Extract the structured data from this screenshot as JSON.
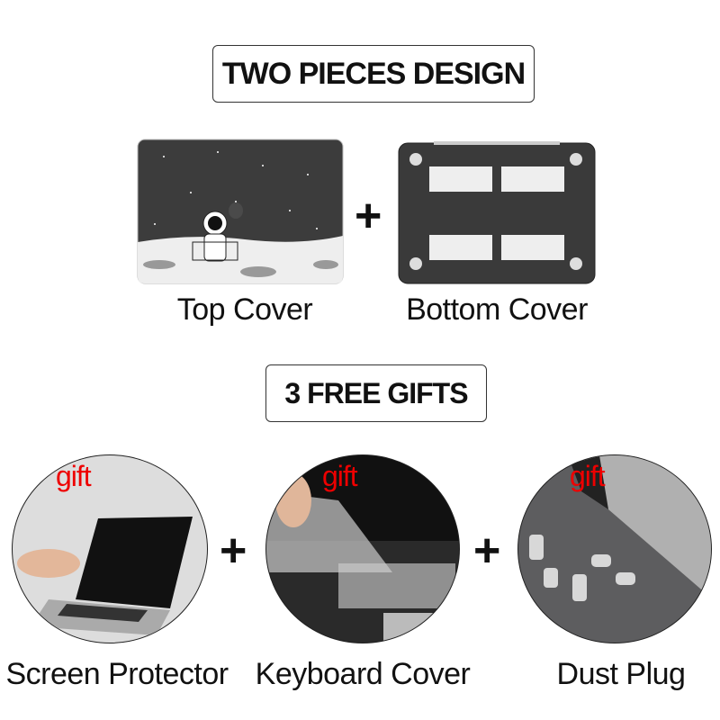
{
  "section1": {
    "title": "TWO PIECES DESIGN",
    "items": [
      {
        "label": "Top Cover"
      },
      {
        "label": "Bottom Cover"
      }
    ],
    "plus": "+"
  },
  "section2": {
    "title": "3 FREE GIFTS",
    "gift_tag": "gift",
    "plus": "+",
    "items": [
      {
        "label": "Screen Protector"
      },
      {
        "label": "Keyboard Cover"
      },
      {
        "label": "Dust Plug"
      }
    ]
  },
  "colors": {
    "gift_tag": "#e00000",
    "cover_dark": "#3a3a3a"
  }
}
